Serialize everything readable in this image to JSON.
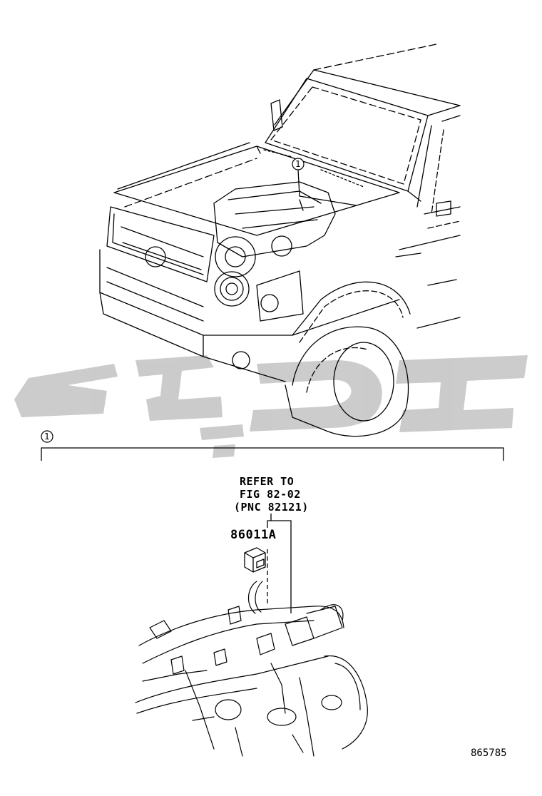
{
  "callout_number": "1",
  "refer": {
    "line1": "REFER TO",
    "line2": "FIG 82-02",
    "line3": "(PNC 82121)"
  },
  "part_number": "86011A",
  "figure_id": "865785",
  "colors": {
    "line": "#000000",
    "watermark": "#c8c8c8",
    "background": "#ffffff"
  },
  "watermark": {
    "type": "logo-graphic"
  }
}
